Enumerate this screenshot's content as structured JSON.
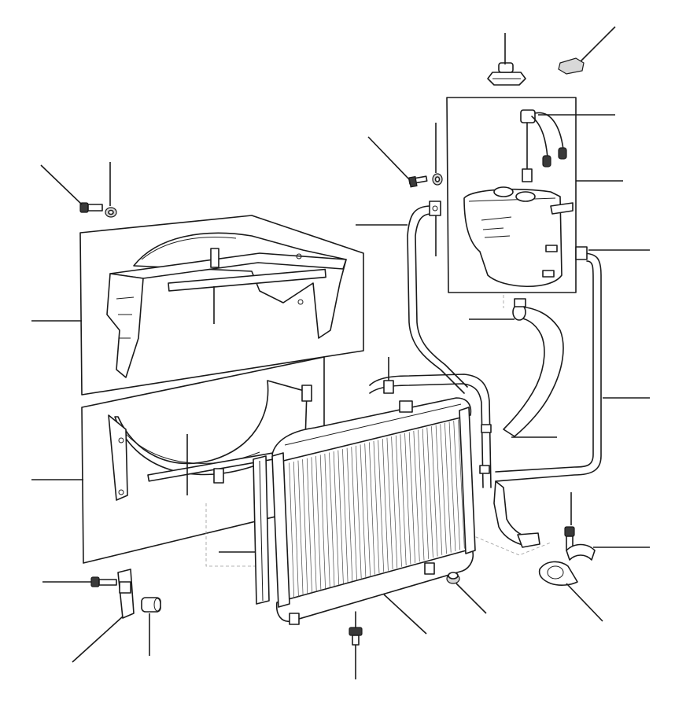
{
  "diagram": {
    "type": "exploded-parts-diagram",
    "colors": {
      "ink": "#1a1a1a",
      "paper": "#ffffff",
      "shade": "#d8d8d8",
      "ghost": "#9a9a9a"
    },
    "parts": [
      {
        "id": "pressure-cap"
      },
      {
        "id": "level-sensor-cover"
      },
      {
        "id": "level-sensor"
      },
      {
        "id": "expansion-tank"
      },
      {
        "id": "tank-bolt"
      },
      {
        "id": "tank-washer"
      },
      {
        "id": "overflow-pipe"
      },
      {
        "id": "hose-clip-upper"
      },
      {
        "id": "tank-return-hose"
      },
      {
        "id": "top-hose"
      },
      {
        "id": "bottom-hose"
      },
      {
        "id": "bypass-pipe"
      },
      {
        "id": "cowl-bolt"
      },
      {
        "id": "cowl-washer"
      },
      {
        "id": "upper-fan-cowl"
      },
      {
        "id": "lower-fan-cowl"
      },
      {
        "id": "radiator"
      },
      {
        "id": "radiator-seal"
      },
      {
        "id": "mounting-rubber"
      },
      {
        "id": "drain-plug"
      },
      {
        "id": "pipe-clip"
      },
      {
        "id": "clip-bolt"
      },
      {
        "id": "mounting-bracket"
      },
      {
        "id": "bracket-bolt"
      },
      {
        "id": "bracket-bush"
      }
    ]
  }
}
